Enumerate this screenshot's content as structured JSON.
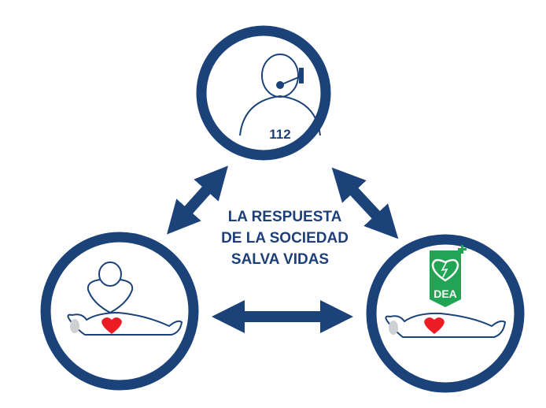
{
  "colors": {
    "navy": "#1b4279",
    "heart": "#ec1c24",
    "green": "#22a455",
    "gray": "#cfd0d2"
  },
  "center_text": {
    "line1": "LA RESPUESTA",
    "line2": "DE LA SOCIEDAD",
    "line3": "SALVA VIDAS"
  },
  "nodes": {
    "emergency": {
      "label": "112",
      "icon": "operator-headset-icon"
    },
    "cpr": {
      "icon": "cpr-compression-icon"
    },
    "aed": {
      "label": "DEA",
      "icon": "aed-heart-icon"
    }
  }
}
